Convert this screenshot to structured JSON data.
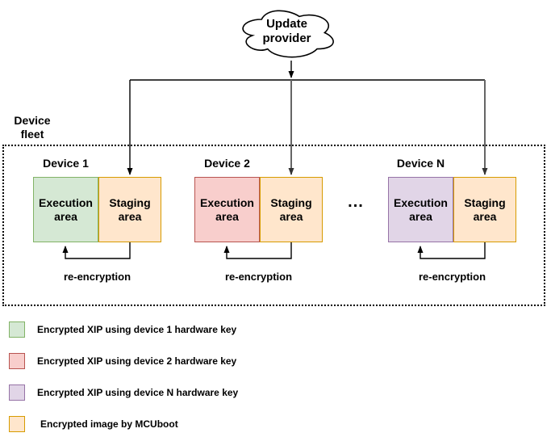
{
  "cloud": {
    "label": "Update\nprovider"
  },
  "fleet": {
    "label": "Device\nfleet"
  },
  "ellipsis": "...",
  "devices": [
    {
      "name": "Device 1",
      "exec_label": "Execution\narea",
      "staging_label": "Staging\narea",
      "reencrypt_label": "re-encryption",
      "exec_fill": "#d5e8d4",
      "exec_border": "#82b366",
      "staging_fill": "#ffe6cc",
      "staging_border": "#d79b00"
    },
    {
      "name": "Device 2",
      "exec_label": "Execution\narea",
      "staging_label": "Staging\narea",
      "reencrypt_label": "re-encryption",
      "exec_fill": "#f8cecc",
      "exec_border": "#b85450",
      "staging_fill": "#ffe6cc",
      "staging_border": "#d79b00"
    },
    {
      "name": "Device N",
      "exec_label": "Execution\narea",
      "staging_label": "Staging\narea",
      "reencrypt_label": "re-encryption",
      "exec_fill": "#e1d5e7",
      "exec_border": "#9673a6",
      "staging_fill": "#ffe6cc",
      "staging_border": "#d79b00"
    }
  ],
  "legend": {
    "items": [
      {
        "color": "#d5e8d4",
        "border": "#82b366",
        "label": "Encrypted XIP using device 1 hardware key"
      },
      {
        "color": "#f8cecc",
        "border": "#b85450",
        "label": "Encrypted XIP using device 2 hardware key"
      },
      {
        "color": "#e1d5e7",
        "border": "#9673a6",
        "label": "Encrypted XIP using device N hardware key"
      },
      {
        "color": "#ffe6cc",
        "border": "#d79b00",
        "label": "Encrypted image by MCUboot"
      }
    ]
  },
  "colors": {
    "line_black": "#000000",
    "line_gray": "#666666",
    "dotted_border": "#000000",
    "background": "#ffffff"
  }
}
